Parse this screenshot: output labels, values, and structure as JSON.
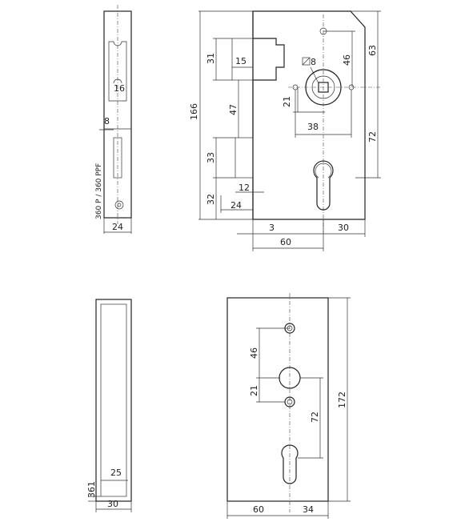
{
  "side_view": {
    "model_label": "360 P / 360 PPF",
    "dims": {
      "d16": "16",
      "d8": "8",
      "d24": "24"
    }
  },
  "front_view": {
    "dims": {
      "d166": "166",
      "d31": "31",
      "d15": "15",
      "d47": "47",
      "d33": "33",
      "d32": "32",
      "d12": "12",
      "d24": "24",
      "d3": "3",
      "d60": "60",
      "d30": "30",
      "d8": "8",
      "d46": "46",
      "d63": "63",
      "d21": "21",
      "d38": "38",
      "d72": "72"
    }
  },
  "faceplate_view": {
    "dims": {
      "d25": "25",
      "d361": "361",
      "d30": "30"
    }
  },
  "plate_view": {
    "dims": {
      "d46": "46",
      "d21": "21",
      "d72": "72",
      "d172": "172",
      "d60": "60",
      "d34": "34"
    }
  }
}
